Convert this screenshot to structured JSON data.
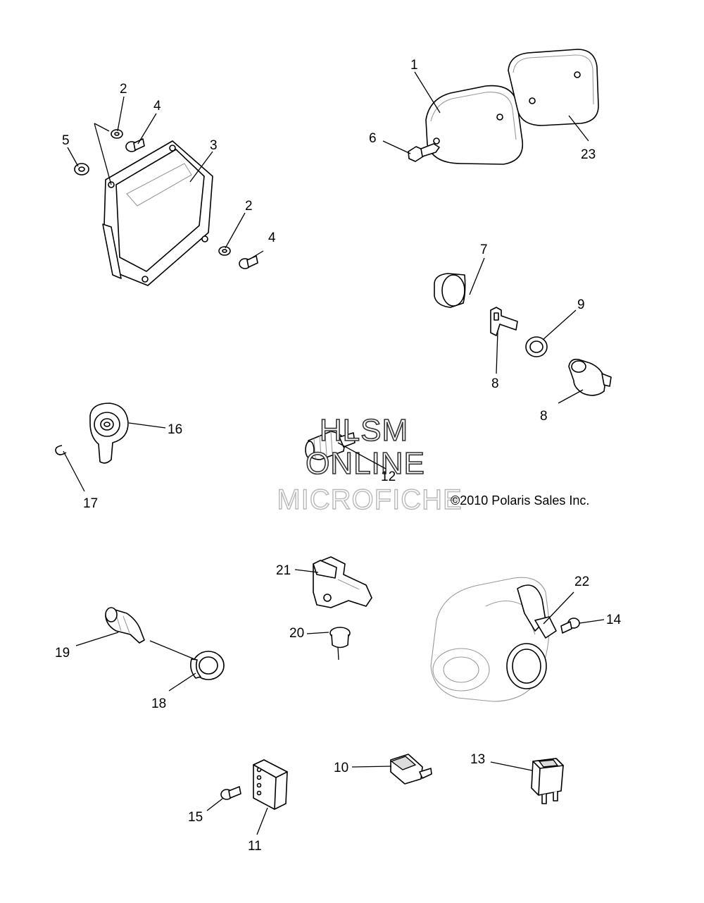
{
  "watermark": {
    "line1": "HLSM",
    "line2": "ONLINE",
    "line3": "MICROFICHE"
  },
  "copyright": "©2010 Polaris Sales Inc.",
  "callouts": {
    "c1": "1",
    "c2a": "2",
    "c2b": "2",
    "c3": "3",
    "c4a": "4",
    "c4b": "4",
    "c5": "5",
    "c6": "6",
    "c7": "7",
    "c8a": "8",
    "c8b": "8",
    "c9": "9",
    "c10": "10",
    "c11": "11",
    "c12": "12",
    "c13": "13",
    "c14": "14",
    "c15": "15",
    "c16": "16",
    "c17": "17",
    "c18": "18",
    "c19": "19",
    "c20": "20",
    "c21": "21",
    "c22": "22",
    "c23": "23"
  }
}
